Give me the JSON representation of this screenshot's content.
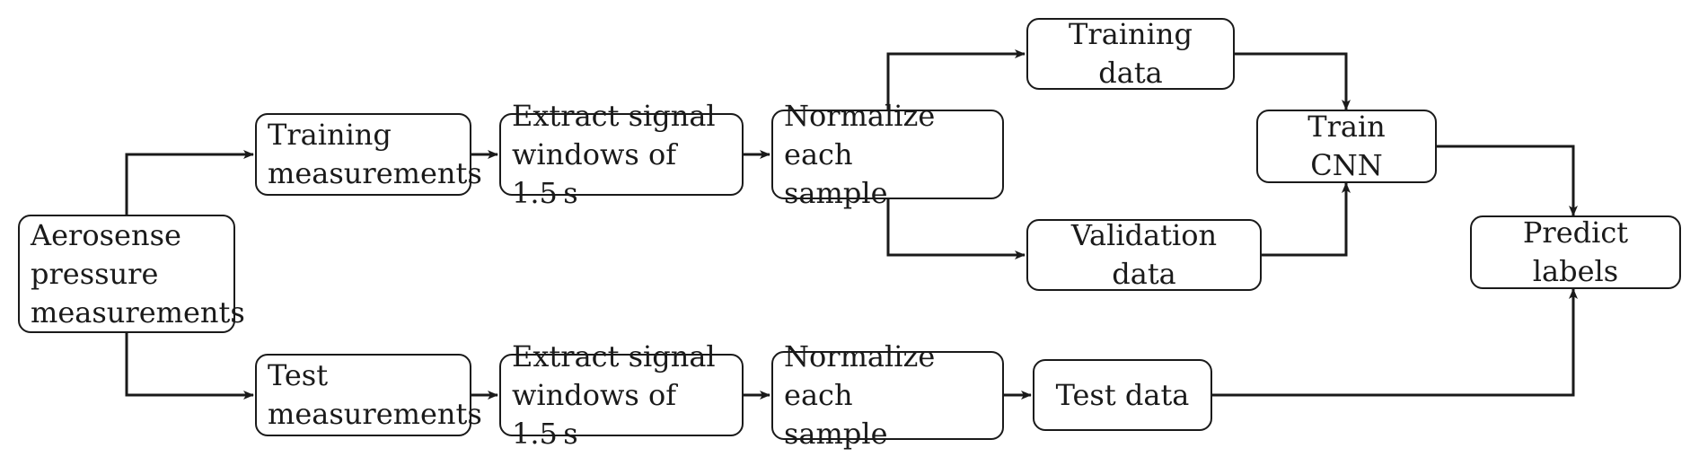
{
  "diagram": {
    "nodes": {
      "aerosense": "Aerosense\npressure\nmeasurements",
      "training_measurements": "Training\nmeasurements",
      "test_measurements": "Test\nmeasurements",
      "extract_train": "Extract signal\nwindows of 1.5 s",
      "extract_test": "Extract signal\nwindows of 1.5 s",
      "normalize_train": "Normalize each\nsample",
      "normalize_test": "Normalize each\nsample",
      "training_data": "Training data",
      "validation_data": "Validation data",
      "test_data": "Test data",
      "train_cnn": "Train CNN",
      "predict_labels": "Predict labels"
    },
    "edges": [
      [
        "aerosense",
        "training_measurements"
      ],
      [
        "aerosense",
        "test_measurements"
      ],
      [
        "training_measurements",
        "extract_train"
      ],
      [
        "extract_train",
        "normalize_train"
      ],
      [
        "normalize_train",
        "training_data"
      ],
      [
        "normalize_train",
        "validation_data"
      ],
      [
        "training_data",
        "train_cnn"
      ],
      [
        "validation_data",
        "train_cnn"
      ],
      [
        "train_cnn",
        "predict_labels"
      ],
      [
        "test_measurements",
        "extract_test"
      ],
      [
        "extract_test",
        "normalize_test"
      ],
      [
        "normalize_test",
        "test_data"
      ],
      [
        "test_data",
        "predict_labels"
      ]
    ]
  }
}
